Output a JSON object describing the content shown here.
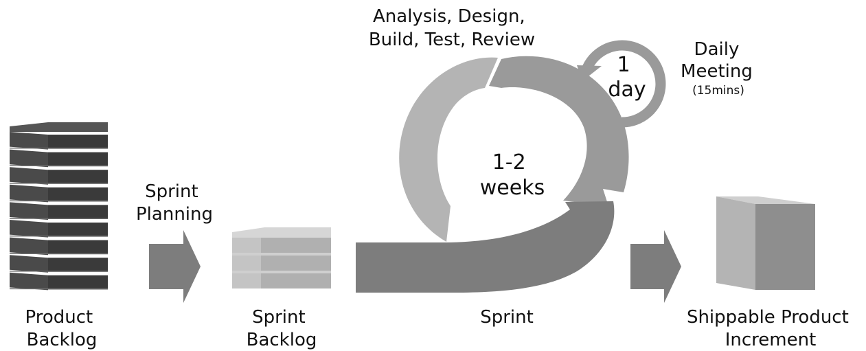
{
  "labels": {
    "product_backlog": [
      "Product",
      "Backlog"
    ],
    "sprint_planning": [
      "Sprint",
      "Planning"
    ],
    "sprint_backlog": [
      "Sprint",
      "Backlog"
    ],
    "sprint": "Sprint",
    "shippable": [
      "Shippable Product",
      "Increment"
    ],
    "work_steps": [
      "Analysis, Design,",
      "Build, Test, Review"
    ],
    "cycle_length": [
      "1-2",
      "weeks"
    ],
    "daily_cycle": [
      "1",
      "day"
    ],
    "daily_meeting": [
      "Daily",
      "Meeting",
      "(15mins)"
    ]
  },
  "colors": {
    "backlog_dark": "#3d3d3d",
    "arrow_mid": "#7d7d7d",
    "cycle_light": "#b4b4b4",
    "cycle_mid": "#9a9a9a",
    "box_light": "#bcbcbc",
    "box_front": "#a8a8a8",
    "box_side": "#8a8a8a"
  }
}
